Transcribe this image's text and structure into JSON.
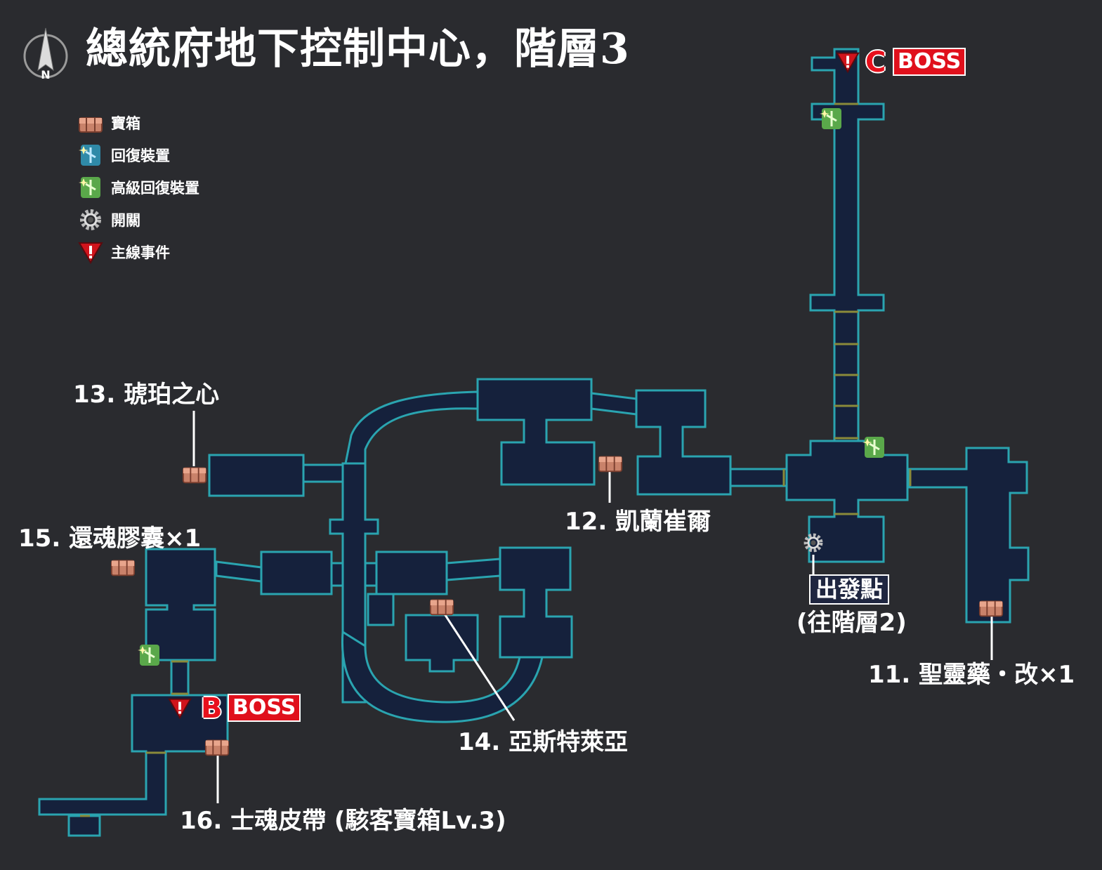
{
  "title": "總統府地下控制中心，階層3",
  "compass_letter": "N",
  "legend": {
    "chest": "寶箱",
    "heal": "回復裝置",
    "heal_plus": "高級回復裝置",
    "switch": "開關",
    "story": "主線事件"
  },
  "items": {
    "item11": "11. 聖靈藥・改×1",
    "item12": "12. 凱蘭崔爾",
    "item13": "13. 琥珀之心",
    "item14": "14. 亞斯特萊亞",
    "item15": "15. 還魂膠囊×1",
    "item16": "16. 士魂皮帶 (駭客寶箱Lv.3)"
  },
  "start": {
    "label": "出發點",
    "note": "(往階層2)"
  },
  "boss_markers": {
    "b_letter": "B",
    "c_letter": "C",
    "boss_text": "BOSS"
  },
  "icons": [
    "chest-icon",
    "heal-device-icon",
    "advanced-heal-device-icon",
    "switch-gear-icon",
    "story-event-icon",
    "compass-icon"
  ],
  "colors": {
    "background": "#2a2b2f",
    "room_fill": "#15213c",
    "room_outline": "#2aa4b0",
    "door": "#8a8a3a",
    "boss_red": "#e0101c"
  }
}
